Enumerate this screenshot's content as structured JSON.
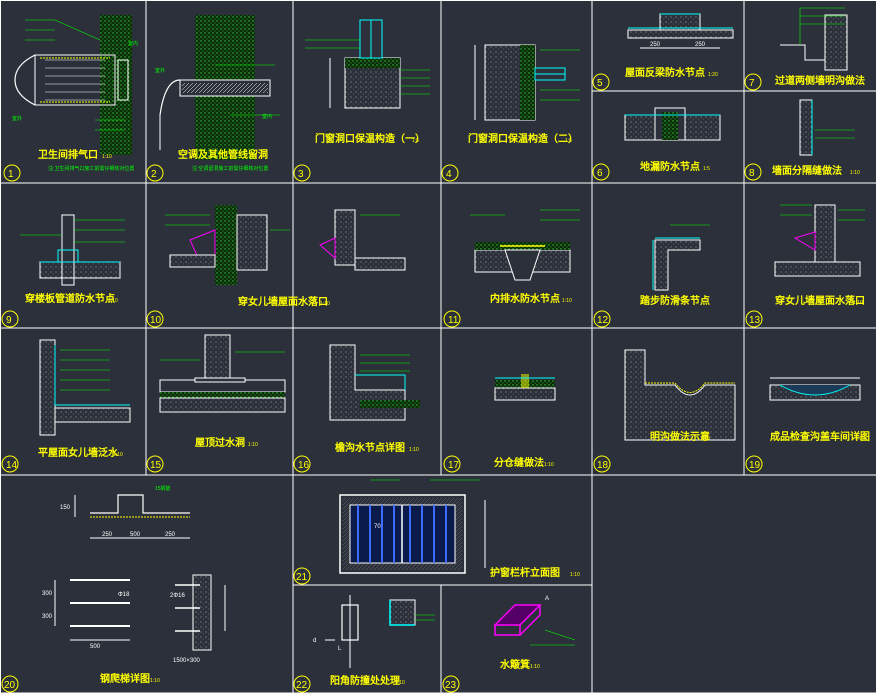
{
  "details": [
    {
      "num": "1",
      "title": "卫生间排气口",
      "scale": "1:10",
      "note": "注:卫生间排气口施工前需仔细核对位置"
    },
    {
      "num": "2",
      "title": "空调及其他管线留洞",
      "scale": "",
      "note": "注:空调留洞施工前需仔细核对位置"
    },
    {
      "num": "3",
      "title": "门窗洞口保温构造（一）",
      "scale": "1:5",
      "note": ""
    },
    {
      "num": "4",
      "title": "门窗洞口保温构造（二）",
      "scale": "1:5",
      "note": ""
    },
    {
      "num": "5",
      "title": "屋面反梁防水节点",
      "scale": "1:20",
      "note": ""
    },
    {
      "num": "6",
      "title": "地漏防水节点",
      "scale": "1:5",
      "note": ""
    },
    {
      "num": "7",
      "title": "过道两侧墙明沟做法",
      "scale": "",
      "note": ""
    },
    {
      "num": "8",
      "title": "墙面分隔缝做法",
      "scale": "1:10",
      "note": ""
    },
    {
      "num": "9",
      "title": "穿楼板管道防水节点",
      "scale": "1:10",
      "note": ""
    },
    {
      "num": "10",
      "title": "穿女儿墙屋面水落口",
      "scale": "1:10",
      "note": ""
    },
    {
      "num": "11",
      "title": "内排水防水节点",
      "scale": "1:10",
      "note": ""
    },
    {
      "num": "12",
      "title": "踏步防滑条节点",
      "scale": "",
      "note": ""
    },
    {
      "num": "13",
      "title": "穿女儿墙屋面水落口",
      "scale": "1:10",
      "note": ""
    },
    {
      "num": "14",
      "title": "平屋面女儿墙泛水",
      "scale": "1:10",
      "note": ""
    },
    {
      "num": "15",
      "title": "屋顶过水洞",
      "scale": "1:10",
      "note": ""
    },
    {
      "num": "16",
      "title": "檐沟水节点详图",
      "scale": "1:10",
      "note": ""
    },
    {
      "num": "17",
      "title": "分仓缝做法",
      "scale": "1:10",
      "note": ""
    },
    {
      "num": "18",
      "title": "明沟做法示意",
      "scale": "1:10",
      "note": ""
    },
    {
      "num": "19",
      "title": "成品检查沟盖车间详图",
      "scale": "1:10",
      "note": ""
    },
    {
      "num": "20",
      "title": "钢爬梯详图",
      "scale": "1:10",
      "note": ""
    },
    {
      "num": "21",
      "title": "护窗栏杆立面图",
      "scale": "1:10",
      "note": ""
    },
    {
      "num": "22",
      "title": "阳角防撞处处理",
      "scale": "1:10",
      "note": ""
    },
    {
      "num": "23",
      "title": "水簸箕",
      "scale": "1:10",
      "note": ""
    }
  ],
  "labels": {
    "outdoor": "室外",
    "indoor": "室内",
    "ladder_top": "15钢筋",
    "ladder_mark": "Φ18",
    "ladder_pair": "2Φ16",
    "ladder_base": "1500×300",
    "mark_l": "L",
    "mark_d": "d",
    "mark_a": "A",
    "rail_mark": "70"
  },
  "dimensions": {
    "d20_top": [
      "250",
      "500",
      "250"
    ],
    "d20_height": "150",
    "d20_side": [
      "300",
      "300"
    ],
    "d20_bottom": "500",
    "d5": [
      "250",
      "250"
    ]
  },
  "colors": {
    "background": "#2b303a",
    "frame": "#ffffff",
    "title": "#ffff00",
    "leader": "#00ff00",
    "hatch": "#3cd23c",
    "wall": "#00ffff",
    "magenta": "#ff00ff",
    "rail": "#0044ff"
  }
}
